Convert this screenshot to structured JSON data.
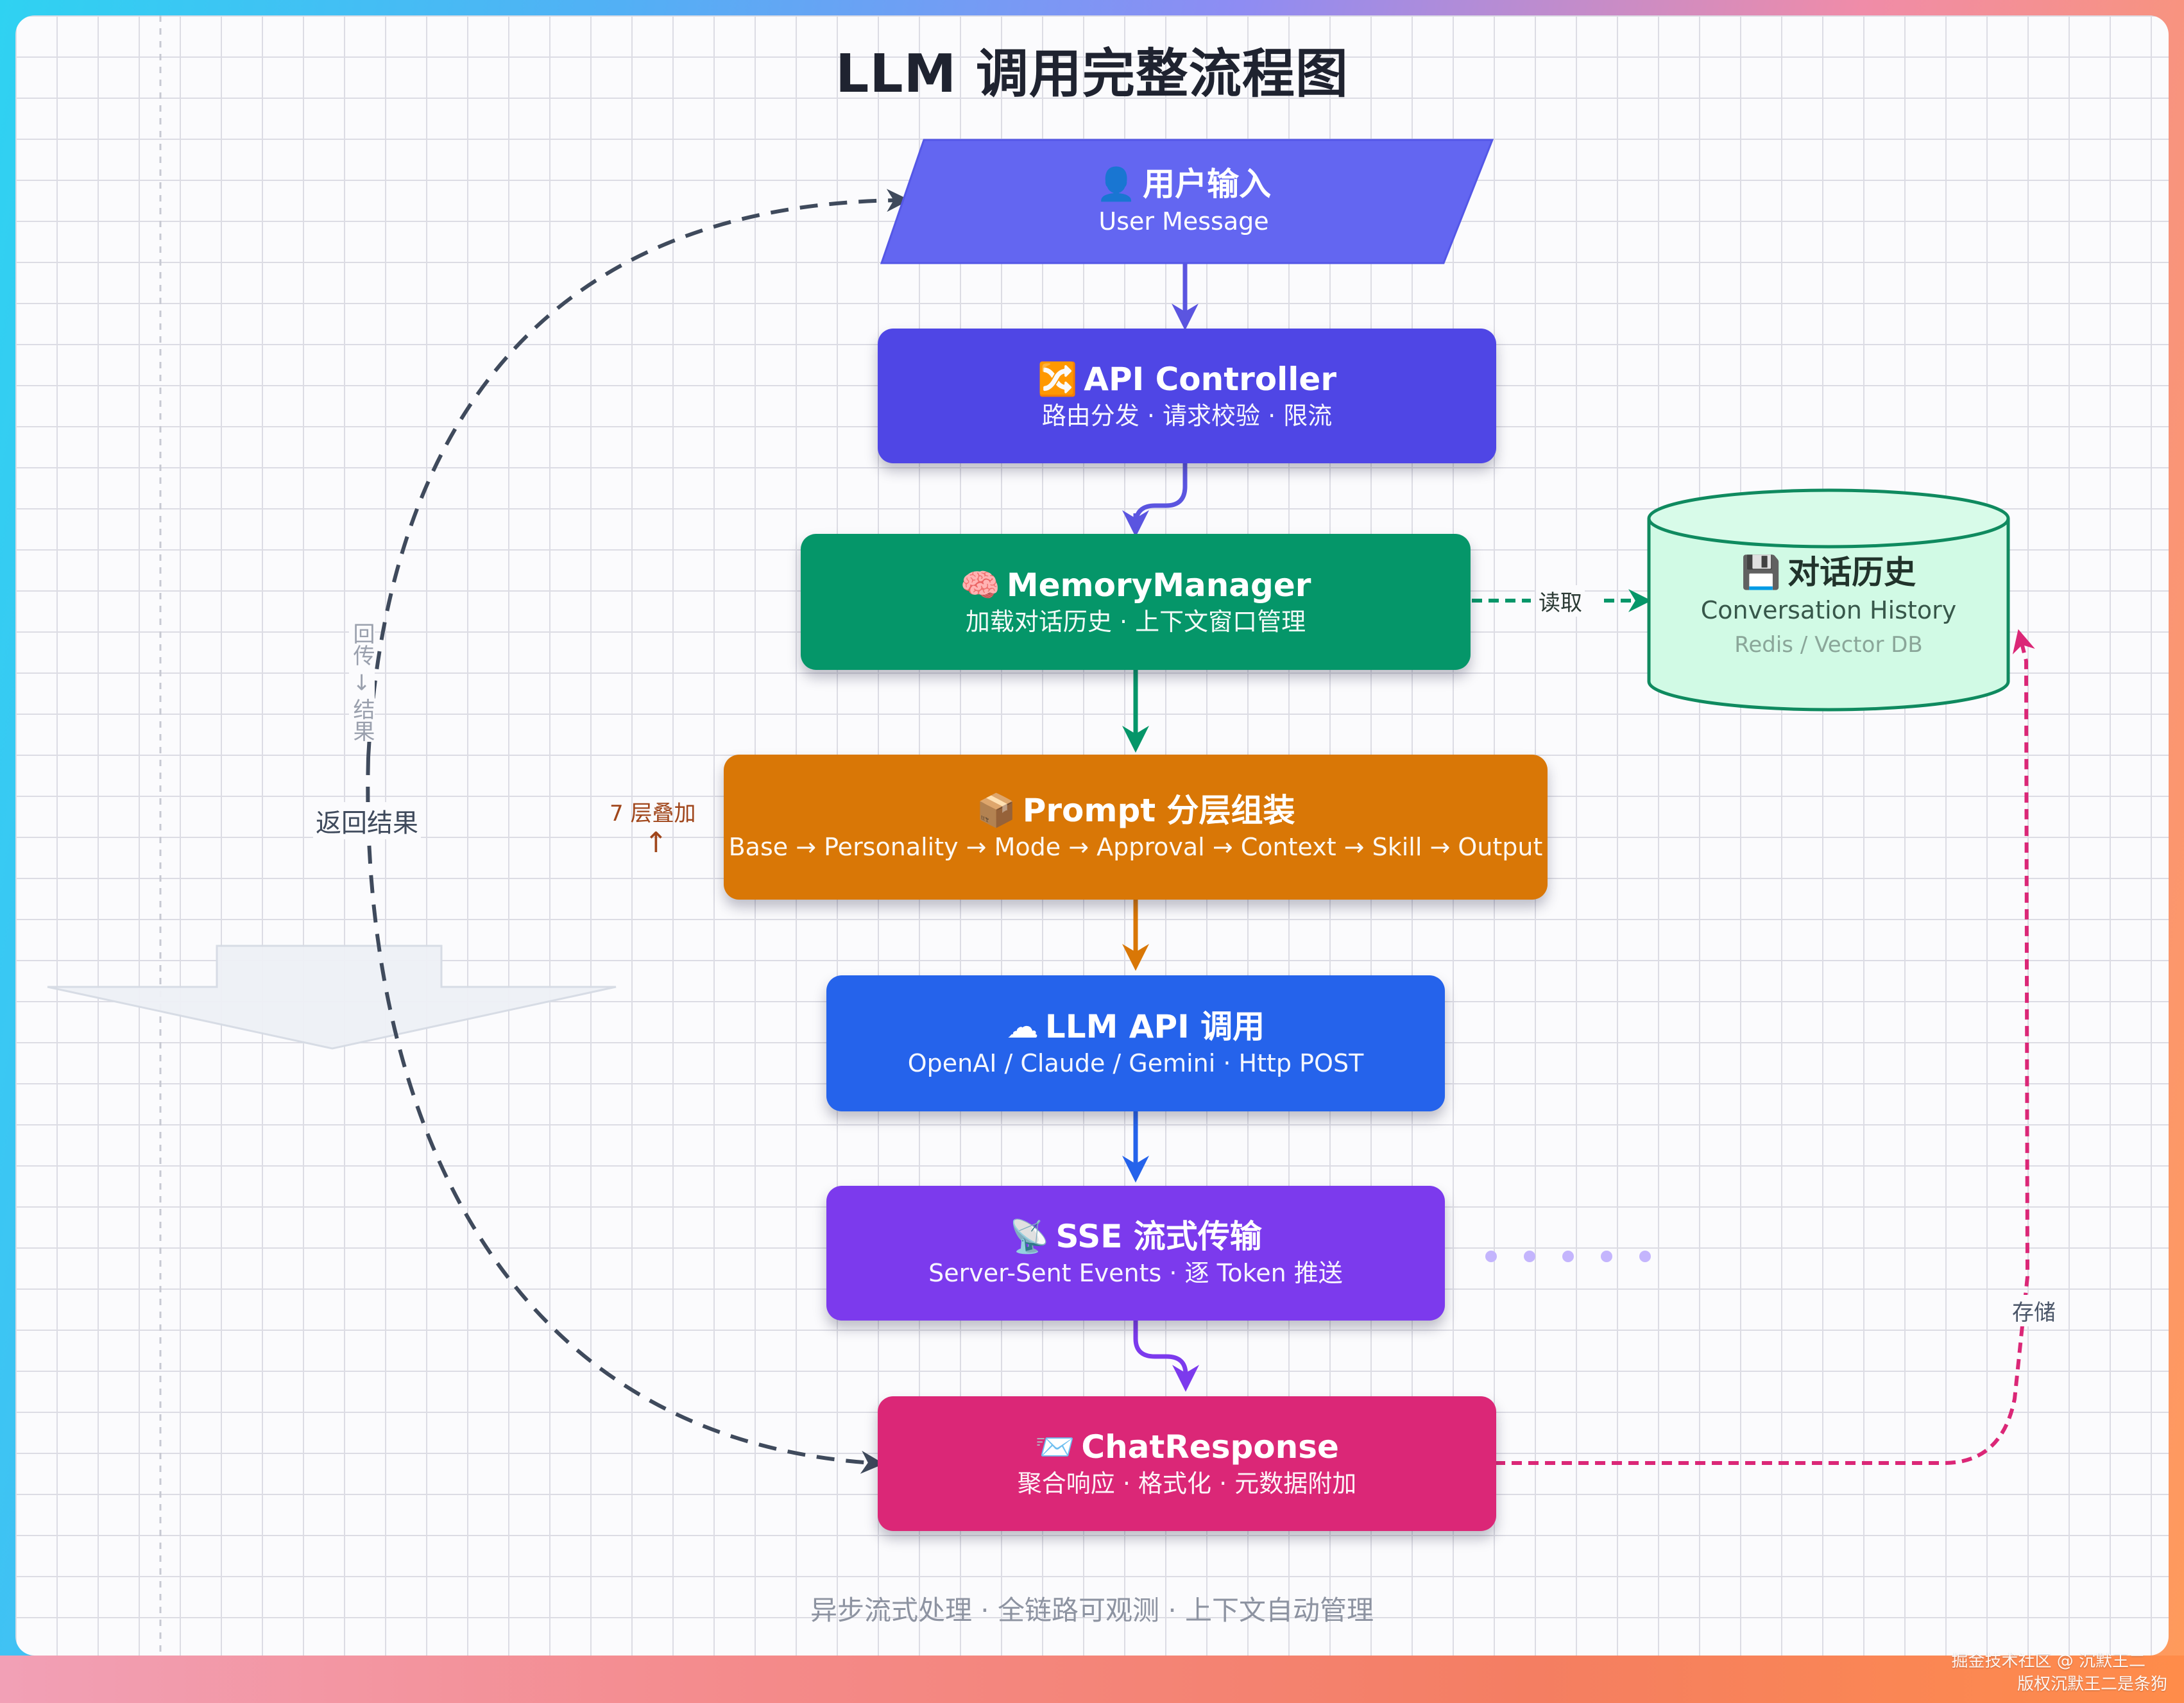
{
  "title": "LLM 调用完整流程图",
  "colors": {
    "user_input": "#6366f1",
    "api_controller": "#4f46e5",
    "memory_manager": "#059669",
    "prompt": "#d97706",
    "llm_api": "#2563eb",
    "sse": "#7c3aed",
    "chat_response": "#db2777",
    "history_db": "#d1fae5",
    "return_path": "#3f4a5c"
  },
  "nodes": {
    "user_input": {
      "icon": "user-icon",
      "glyph": "👤",
      "title": "用户输入",
      "subtitle": "User Message"
    },
    "api_controller": {
      "icon": "shuffle-icon",
      "glyph": "🔀",
      "title": "API Controller",
      "subtitle": "路由分发 · 请求校验 · 限流"
    },
    "memory_manager": {
      "icon": "brain-icon",
      "glyph": "🧠",
      "title": "MemoryManager",
      "subtitle": "加载对话历史 · 上下文窗口管理"
    },
    "prompt": {
      "icon": "package-icon",
      "glyph": "📦",
      "title": "Prompt 分层组装",
      "subtitle": "Base → Personality → Mode → Approval → Context → Skill → Output"
    },
    "llm_api": {
      "icon": "cloud-icon",
      "glyph": "☁",
      "title": "LLM API 调用",
      "subtitle": "OpenAI / Claude / Gemini · Http POST"
    },
    "sse": {
      "icon": "satellite-icon",
      "glyph": "📡",
      "title": "SSE 流式传输",
      "subtitle": "Server-Sent Events · 逐 Token 推送"
    },
    "chat_response": {
      "icon": "inbox-icon",
      "glyph": "📨",
      "title": "ChatResponse",
      "subtitle": "聚合响应 · 格式化 · 元数据附加"
    },
    "history_db": {
      "icon": "floppy-icon",
      "glyph": "💾",
      "title": "对话历史",
      "subtitle": "Conversation History",
      "detail": "Redis / Vector DB"
    }
  },
  "labels": {
    "read": "读取",
    "store": "存储",
    "layers": "7 层叠加",
    "layers_arrow": "↑",
    "return_result": "返回结果",
    "return_vertical": "回传 → 结果",
    "footer": "异步流式处理 · 全链路可观测 · 上下文自动管理"
  },
  "watermark": {
    "line1": "掘金技术社区 @ 沉默王二",
    "line2": "版权沉默王二是条狗"
  }
}
